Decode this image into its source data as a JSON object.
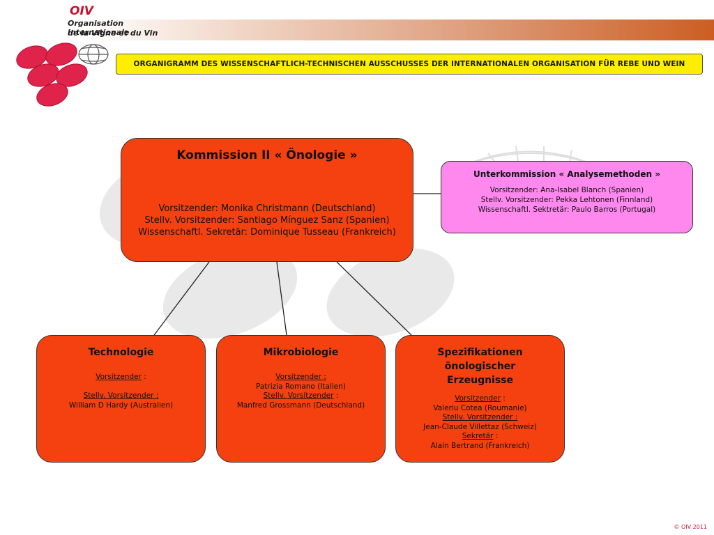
{
  "logo": {
    "abbrev": "OIV",
    "line1": "Organisation Internationale",
    "line2": "de la Vigne et du Vin"
  },
  "header": {
    "title": "ORGANIGRAMM DES WISSENSCHAFTLICH-TECHNISCHEN AUSSCHUSSES DER INTERNATIONALEN ORGANISATION FÜR REBE UND WEIN"
  },
  "colors": {
    "commission_fill": "#f5400f",
    "subcommission_fill": "#ff88ee",
    "title_fill": "#ffee00",
    "brand_red": "#c8102e"
  },
  "commission": {
    "title": "Kommission II « Önologie »",
    "chair": "Vorsitzender: Monika Christmann (Deutschland)",
    "vice_chair": "Stellv. Vorsitzender: Santiago Mínguez Sanz (Spanien)",
    "secretary": "Wissenschaftl. Sekretär: Dominique Tusseau (Frankreich)"
  },
  "subcommission": {
    "title": "Unterkommission « Analysemethoden »",
    "chair": "Vorsitzender: Ana-Isabel Blanch (Spanien)",
    "vice_chair": "Stellv. Vorsitzender: Pekka Lehtonen (Finnland)",
    "secretary": "Wissenschaftl.  Sektretär: Paulo  Barros (Portugal)"
  },
  "groups": {
    "technologie": {
      "title": "Technologie",
      "chair_label": "Vorsitzender",
      "chair_sep": " :",
      "vice_label": "Stellv. Vorsitzender :",
      "vice_name": "William D Hardy (Australien)"
    },
    "mikrobiologie": {
      "title": "Mikrobiologie",
      "chair_label": "Vorsitzender :",
      "chair_name": "Patrizia Romano (Italien)",
      "vice_label": "Stellv. Vorsitzender",
      "vice_sep": " :",
      "vice_name": "Manfred Grossmann (Deutschland)"
    },
    "spezifikationen": {
      "title_line1": "Spezifikationen",
      "title_line2": "önologischer",
      "title_line3": "Erzeugnisse",
      "chair_label": "Vorsitzender",
      "chair_sep": " :",
      "chair_name": "Valeriu Cotea (Roumanie)",
      "vice_label": "Stellv. Vorsitzender :",
      "vice_name": "Jean-Claude Villettaz (Schweiz)",
      "secretary_label": "Sekretär",
      "secretary_sep": " :",
      "secretary_name": "Alain Bertrand (Frankreich)"
    }
  },
  "footer": {
    "copyright": "© OIV 2011"
  }
}
